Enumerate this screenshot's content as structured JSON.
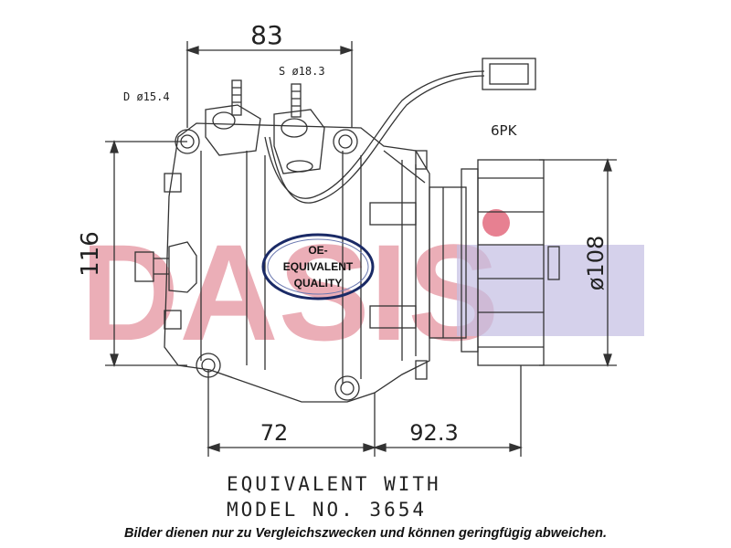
{
  "watermark": {
    "text": "DASIS",
    "colors": [
      "#e8a0ab",
      "#a9a4d6"
    ]
  },
  "dimensions": {
    "top_width": "83",
    "suction": "S  ø18.3",
    "discharge": "D  ø15.4",
    "belt": "6PK",
    "height": "116",
    "pulley_diameter": "ø108",
    "bottom_left": "72",
    "bottom_right": "92.3"
  },
  "badge": {
    "line1": "OE-",
    "line2": "EQUIVALENT",
    "line3": "QUALITY"
  },
  "caption": {
    "line1": "EQUIVALENT WITH",
    "line2": "MODEL NO. 3654",
    "disclaimer": "Bilder dienen nur zu Vergleichszwecken und können geringfügig abweichen."
  }
}
